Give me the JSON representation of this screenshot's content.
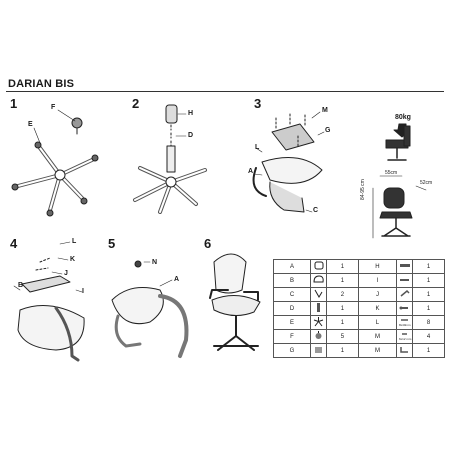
{
  "header": {
    "title": "DARIAN BIS"
  },
  "steps": [
    "1",
    "2",
    "3",
    "4",
    "5",
    "6"
  ],
  "callouts": {
    "s1": [
      "E",
      "F"
    ],
    "s2": [
      "H",
      "D"
    ],
    "s3": [
      "M",
      "G",
      "L",
      "A",
      "C"
    ],
    "s4": [
      "L",
      "K",
      "J",
      "B",
      "I"
    ],
    "s5": [
      "N",
      "A"
    ]
  },
  "load": "80kg",
  "dimensions": {
    "width": "55cm",
    "depth": "52cm",
    "height": "84-95 cm"
  },
  "parts": [
    {
      "letter": "A",
      "qty": "1",
      "letter2": "H",
      "qty2": "1",
      "note": ""
    },
    {
      "letter": "B",
      "qty": "1",
      "letter2": "I",
      "qty2": "1",
      "note": ""
    },
    {
      "letter": "C",
      "qty": "2",
      "letter2": "J",
      "qty2": "1",
      "note": ""
    },
    {
      "letter": "D",
      "qty": "1",
      "letter2": "K",
      "qty2": "1",
      "note": ""
    },
    {
      "letter": "E",
      "qty": "1",
      "letter2": "L",
      "qty2": "8",
      "note": "8x40mm"
    },
    {
      "letter": "F",
      "qty": "5",
      "letter2": "M",
      "qty2": "4",
      "note": "6x12 mm"
    },
    {
      "letter": "G",
      "qty": "1",
      "letter2": "M",
      "qty2": "1",
      "note": ""
    }
  ]
}
